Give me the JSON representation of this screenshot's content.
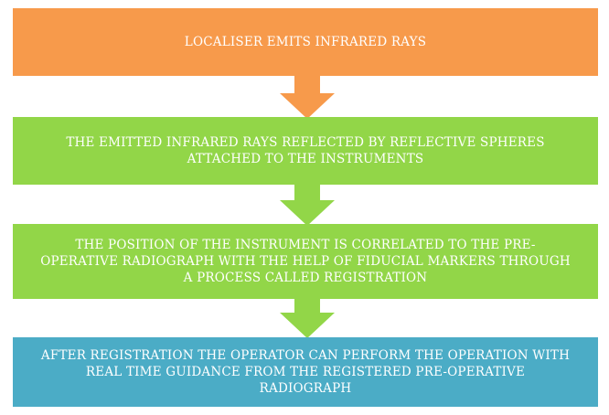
{
  "steps": [
    {
      "text": "LOCALISER EMITS INFRARED RAYS",
      "color": "#F79A4B"
    },
    {
      "text": "THE EMITTED INFRARED RAYS REFLECTED BY REFLECTIVE SPHERES ATTACHED TO THE INSTRUMENTS",
      "color": "#92D648"
    },
    {
      "text": "THE POSITION OF THE INSTRUMENT IS CORRELATED TO THE PRE-OPERATIVE RADIOGRAPH WITH THE HELP OF FIDUCIAL MARKERS THROUGH A PROCESS CALLED REGISTRATION",
      "color": "#92D648"
    },
    {
      "text": "AFTER REGISTRATION THE OPERATOR CAN PERFORM THE OPERATION WITH REAL TIME GUIDANCE FROM THE REGISTERED PRE-OPERATIVE RADIOGRAPH",
      "color": "#4BACC6"
    }
  ],
  "arrows": [
    {
      "color": "#F79A4B"
    },
    {
      "color": "#92D648"
    },
    {
      "color": "#92D648"
    }
  ]
}
